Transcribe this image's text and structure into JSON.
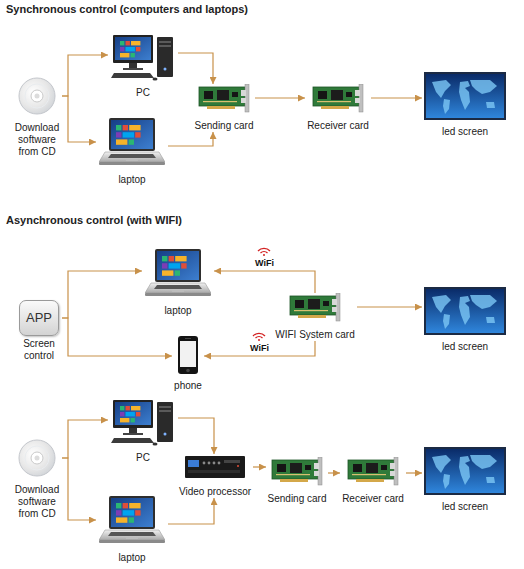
{
  "diagram": {
    "nodes": [
      {
        "text": [
          "Download software from CD"
        ]
      },
      {
        "text": [
          "PC"
        ]
      },
      {
        "text": [
          "laptop"
        ]
      },
      {
        "text": [
          "Sending card"
        ]
      },
      {
        "text": [
          "Receiver card"
        ]
      },
      {
        "text": [
          "led screen"
        ]
      },
      {
        "text": [
          "APP",
          "Screen control"
        ]
      },
      {
        "text": [
          "laptop"
        ]
      },
      {
        "text": [
          "WIFI System card"
        ]
      },
      {
        "text": [
          "phone"
        ]
      },
      {
        "text": [
          "led screen"
        ]
      },
      {
        "text": [
          "Download software from CD"
        ]
      },
      {
        "text": [
          "PC"
        ]
      },
      {
        "text": [
          "laptop"
        ]
      },
      {
        "text": [
          "Video processor"
        ]
      },
      {
        "text": [
          "Sending card"
        ]
      },
      {
        "text": [
          "Receiver card"
        ]
      },
      {
        "text": [
          "led screen"
        ]
      }
    ],
    "edges": [
      {
        "from": 0,
        "to": 1,
        "arrow": "to"
      },
      {
        "from": 0,
        "to": 2,
        "arrow": "to"
      },
      {
        "from": 1,
        "to": 3,
        "arrow": "to"
      },
      {
        "from": 2,
        "to": 3,
        "arrow": "to"
      },
      {
        "from": 3,
        "to": 4,
        "arrow": "to"
      },
      {
        "from": 4,
        "to": 5,
        "arrow": "to"
      },
      {
        "from": 6,
        "to": 7,
        "arrow": "to"
      },
      {
        "from": 6,
        "to": 9,
        "arrow": "to"
      },
      {
        "from": 8,
        "to": 7,
        "label": "WiFi",
        "arrow": "to"
      },
      {
        "from": 8,
        "to": 9,
        "label": "WiFi",
        "arrow": "to"
      },
      {
        "from": 8,
        "to": 10,
        "arrow": "to"
      },
      {
        "from": 11,
        "to": 12,
        "arrow": "to"
      },
      {
        "from": 11,
        "to": 13,
        "arrow": "to"
      },
      {
        "from": 12,
        "to": 14,
        "arrow": "to"
      },
      {
        "from": 13,
        "to": 14,
        "arrow": "to"
      },
      {
        "from": 14,
        "to": 15,
        "arrow": "to"
      },
      {
        "from": 15,
        "to": 16,
        "arrow": "to"
      },
      {
        "from": 16,
        "to": 17,
        "arrow": "to"
      }
    ],
    "labels": [
      "Synchronous control (computers and laptops)",
      "Asynchronous control (with WIFI)"
    ]
  }
}
